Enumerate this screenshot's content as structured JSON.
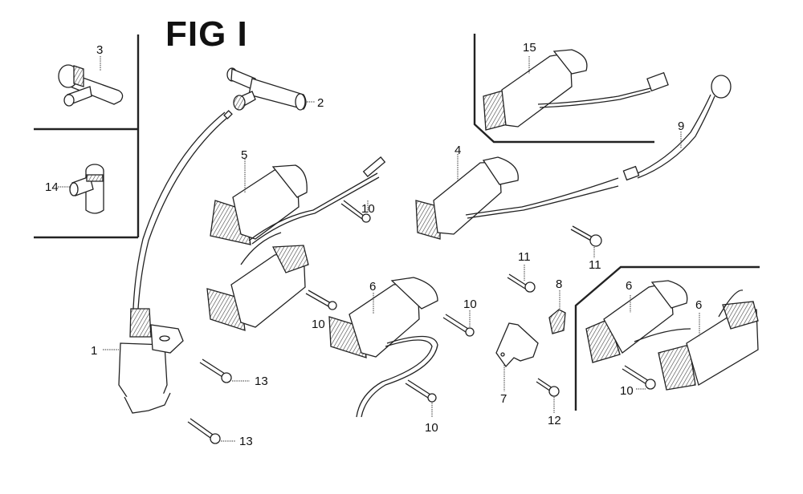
{
  "figure": {
    "title": "FIG I"
  },
  "callouts": [
    {
      "id": "c1",
      "label": "1",
      "part": "ignition-coil"
    },
    {
      "id": "c2",
      "label": "2",
      "part": "spark-plug-cap"
    },
    {
      "id": "c3",
      "label": "3",
      "part": "spark-plug-cap-alt"
    },
    {
      "id": "c4",
      "label": "4",
      "part": "charge-coil"
    },
    {
      "id": "c5",
      "label": "5",
      "part": "coil-with-lead"
    },
    {
      "id": "c6a",
      "label": "6",
      "part": "exciter-coil"
    },
    {
      "id": "c6b",
      "label": "6",
      "part": "exciter-coil-inset"
    },
    {
      "id": "c6c",
      "label": "6",
      "part": "exciter-coil-inset-second"
    },
    {
      "id": "c7",
      "label": "7",
      "part": "bracket"
    },
    {
      "id": "c8",
      "label": "8",
      "part": "clip"
    },
    {
      "id": "c9",
      "label": "9",
      "part": "wire-harness"
    },
    {
      "id": "c10a",
      "label": "10",
      "part": "bolt"
    },
    {
      "id": "c10b",
      "label": "10",
      "part": "bolt"
    },
    {
      "id": "c10c",
      "label": "10",
      "part": "bolt"
    },
    {
      "id": "c10d",
      "label": "10",
      "part": "bolt"
    },
    {
      "id": "c10e",
      "label": "10",
      "part": "bolt-inset"
    },
    {
      "id": "c11a",
      "label": "11",
      "part": "bolt"
    },
    {
      "id": "c11b",
      "label": "11",
      "part": "bolt"
    },
    {
      "id": "c12",
      "label": "12",
      "part": "bolt"
    },
    {
      "id": "c13a",
      "label": "13",
      "part": "bolt"
    },
    {
      "id": "c13b",
      "label": "13",
      "part": "bolt"
    },
    {
      "id": "c14",
      "label": "14",
      "part": "spark-plug-cap-elbow"
    },
    {
      "id": "c15",
      "label": "15",
      "part": "coil-with-connector"
    }
  ]
}
